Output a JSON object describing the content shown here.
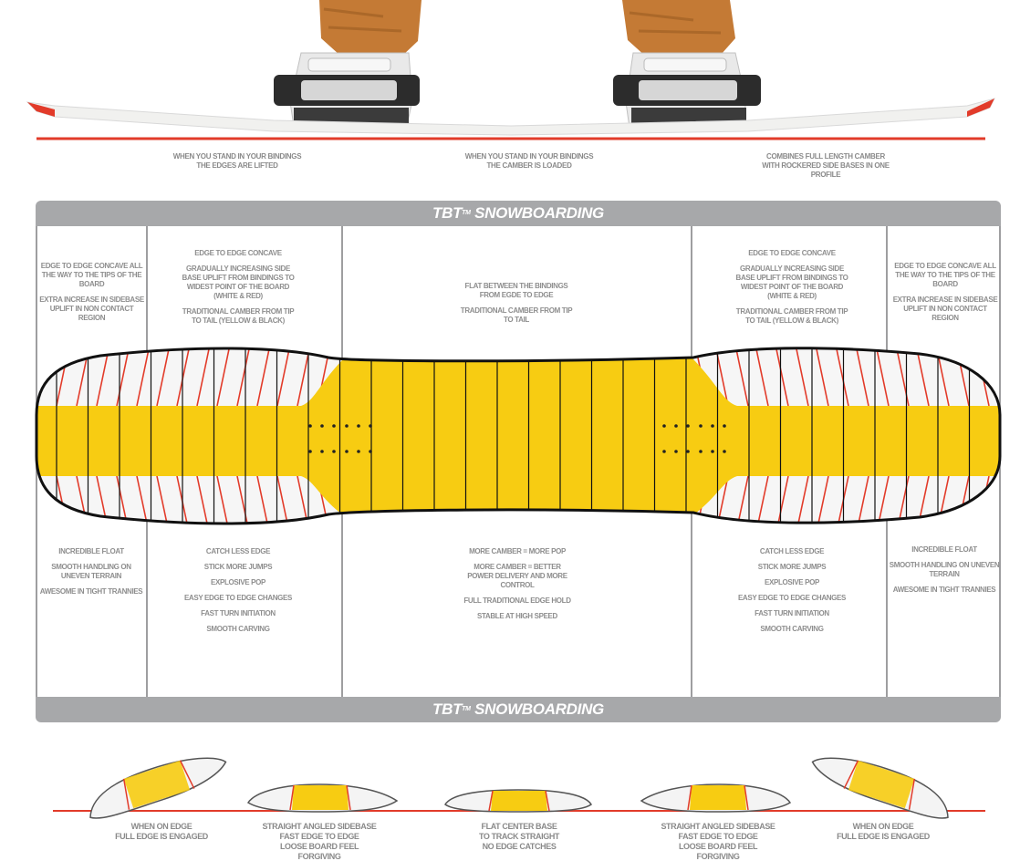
{
  "top_captions": [
    {
      "lines": [
        "WHEN YOU STAND IN YOUR BINDINGS",
        "THE EDGES ARE LIFTED"
      ]
    },
    {
      "lines": [
        "WHEN YOU STAND IN YOUR BINDINGS",
        "THE CAMBER IS LOADED"
      ]
    },
    {
      "lines": [
        "COMBINES FULL LENGTH CAMBER",
        "WITH ROCKERED SIDE BASES IN ONE",
        "PROFILE"
      ]
    }
  ],
  "banner": {
    "title": "TBT",
    "trademark": "TM",
    "subtitle": "SNOWBOARDING"
  },
  "columns": [
    {
      "top": [
        "EDGE TO EDGE CONCAVE ALL THE WAY TO THE TIPS OF THE BOARD",
        "EXTRA INCREASE IN SIDEBASE UPLIFT IN NON CONTACT REGION"
      ],
      "bottom": [
        "INCREDIBLE FLOAT",
        "SMOOTH HANDLING ON UNEVEN TERRAIN",
        "AWESOME IN TIGHT TRANNIES"
      ]
    },
    {
      "top": [
        "EDGE TO EDGE CONCAVE",
        "GRADUALLY INCREASING SIDE BASE UPLIFT FROM BINDINGS TO WIDEST POINT OF THE BOARD (WHITE & RED)",
        "TRADITIONAL CAMBER FROM TIP TO TAIL (YELLOW & BLACK)"
      ],
      "bottom": [
        "CATCH LESS EDGE",
        "STICK MORE JUMPS",
        "EXPLOSIVE POP",
        "EASY EDGE TO EDGE CHANGES",
        "FAST TURN INITIATION",
        "SMOOTH CARVING"
      ]
    },
    {
      "top": [
        "FLAT BETWEEN THE BINDINGS FROM EGDE TO EDGE",
        "TRADITIONAL CAMBER FROM TIP TO TAIL"
      ],
      "bottom": [
        "MORE CAMBER = MORE POP",
        "MORE CAMBER = BETTER POWER DELIVERY AND MORE CONTROL",
        "FULL TRADITIONAL EDGE HOLD",
        "STABLE AT HIGH SPEED"
      ]
    },
    {
      "top": [
        "EDGE TO EDGE CONCAVE",
        "GRADUALLY INCREASING SIDE BASE UPLIFT FROM BINDINGS TO WIDEST POINT OF THE BOARD (WHITE & RED)",
        "TRADITIONAL CAMBER FROM TIP TO TAIL (YELLOW & BLACK)"
      ],
      "bottom": [
        "CATCH LESS EDGE",
        "STICK MORE JUMPS",
        "EXPLOSIVE POP",
        "EASY EDGE TO EDGE CHANGES",
        "FAST TURN INITIATION",
        "SMOOTH CARVING"
      ]
    },
    {
      "top": [
        "EDGE TO EDGE CONCAVE ALL THE WAY TO THE TIPS OF THE BOARD",
        "EXTRA INCREASE IN SIDEBASE UPLIFT IN NON CONTACT REGION"
      ],
      "bottom": [
        "INCREDIBLE FLOAT",
        "SMOOTH HANDLING ON UNEVEN TERRAIN",
        "AWESOME IN TIGHT TRANNIES"
      ]
    }
  ],
  "bottom_captions": [
    {
      "lines": [
        "WHEN ON EDGE",
        "FULL EDGE IS ENGAGED"
      ]
    },
    {
      "lines": [
        "STRAIGHT ANGLED SIDEBASE",
        "FAST EDGE TO EDGE",
        "LOOSE BOARD FEEL",
        "FORGIVING"
      ]
    },
    {
      "lines": [
        "FLAT CENTER BASE",
        "TO TRACK STRAIGHT",
        "NO EDGE CATCHES"
      ]
    },
    {
      "lines": [
        "STRAIGHT ANGLED SIDEBASE",
        "FAST EDGE TO EDGE",
        "LOOSE BOARD FEEL",
        "FORGIVING"
      ]
    },
    {
      "lines": [
        "WHEN ON EDGE",
        "FULL EDGE IS ENGAGED"
      ]
    }
  ],
  "colors": {
    "banner": "#a7a8aa",
    "camber_yellow": "#f7cc12",
    "edge_red": "#e23b2a",
    "divider": "#9e9ea0",
    "text_gray": "#8a8a8a"
  }
}
